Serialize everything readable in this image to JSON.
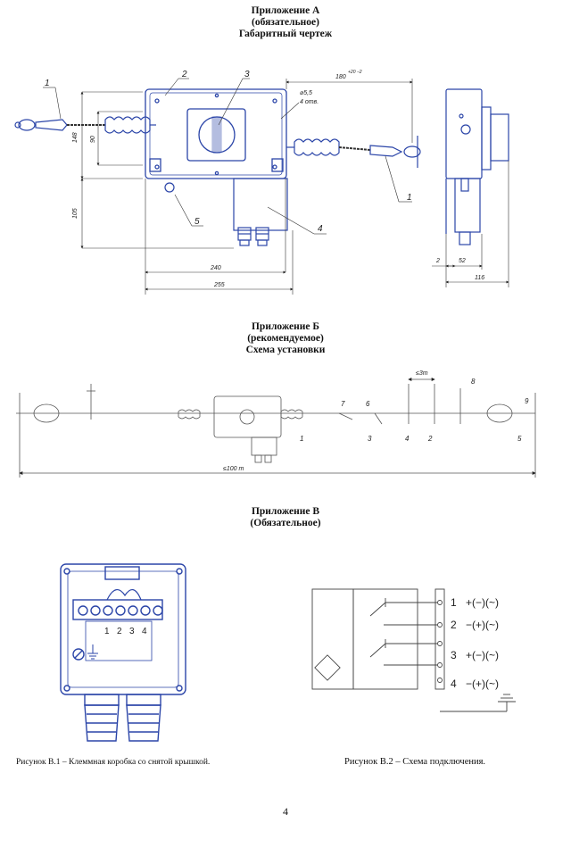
{
  "appendix_a": {
    "title": "Приложение А",
    "status": "(обязательное)",
    "subtitle": "Габаритный чертеж",
    "dims": {
      "d148": "148",
      "d90": "90",
      "d105": "105",
      "d240": "240",
      "d255": "255",
      "d180": "180",
      "d180_tol": "+20 −2",
      "hole": "⌀5,5",
      "holes_count": "4 отв.",
      "d2": "2",
      "d52": "52",
      "d116": "116"
    },
    "callouts": [
      "1",
      "2",
      "3",
      "1",
      "4",
      "5"
    ]
  },
  "appendix_b": {
    "title": "Приложение Б",
    "status": "(рекомендуемое)",
    "subtitle": "Схема установки",
    "dims": {
      "spacing": "≤3m",
      "length": "≤100 m"
    },
    "callouts": [
      "7",
      "6",
      "8",
      "9",
      "1",
      "3",
      "4",
      "2",
      "5"
    ]
  },
  "appendix_v": {
    "title": "Приложение В",
    "status": "(Обязательное)",
    "box_terminals": [
      "1",
      "2",
      "3",
      "4"
    ],
    "terminals": [
      {
        "num": "1",
        "label": "+(−)(~)"
      },
      {
        "num": "2",
        "label": "−(+)(~)"
      },
      {
        "num": "3",
        "label": "+(−)(~)"
      },
      {
        "num": "4",
        "label": "−(+)(~)"
      }
    ]
  },
  "captions": {
    "fig_v1": "Рисунок В.1 – Клеммная коробка со снятой крышкой.",
    "fig_v2": "Рисунок В.2 – Схема подключения."
  },
  "page_number": "4",
  "colors": {
    "drawing_blue": "#2b45a8",
    "line_gray": "#444444"
  }
}
